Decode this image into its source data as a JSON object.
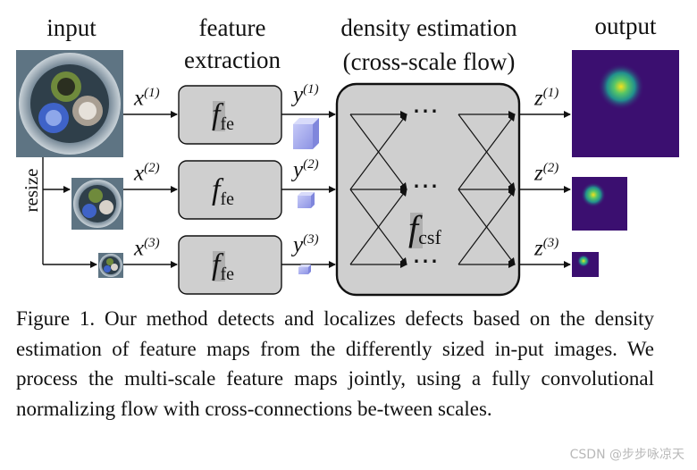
{
  "headers": {
    "input": "input",
    "feature_line1": "feature",
    "feature_line2": "extraction",
    "density_line1": "density estimation",
    "density_line2": "(cross-scale flow)",
    "output": "output"
  },
  "resize_label": "resize",
  "x_labels": [
    {
      "base": "x",
      "sup": "(1)"
    },
    {
      "base": "x",
      "sup": "(2)"
    },
    {
      "base": "x",
      "sup": "(3)"
    }
  ],
  "y_labels": [
    {
      "base": "y",
      "sup": "(1)"
    },
    {
      "base": "y",
      "sup": "(2)"
    },
    {
      "base": "y",
      "sup": "(3)"
    }
  ],
  "z_labels": [
    {
      "base": "z",
      "sup": "(1)"
    },
    {
      "base": "z",
      "sup": "(2)"
    },
    {
      "base": "z",
      "sup": "(3)"
    }
  ],
  "fe_block": {
    "base": "f",
    "sub": "fe"
  },
  "csf_block": {
    "base": "f",
    "sub": "csf"
  },
  "dots": "⋯",
  "caption": "Figure 1. Our method detects and localizes defects based on the density estimation of feature maps from the differently sized in-put images. We process the multi-scale feature maps jointly, using a fully convolutional normalizing flow with cross-connections be-tween scales.",
  "watermark": "CSDN @步步咏凉天",
  "colors": {
    "block_fill": "#cfcfcf",
    "cube_face": "#a9aef0",
    "heat_bg": "#3b0f70",
    "heat_hot": "#f5e11c"
  }
}
